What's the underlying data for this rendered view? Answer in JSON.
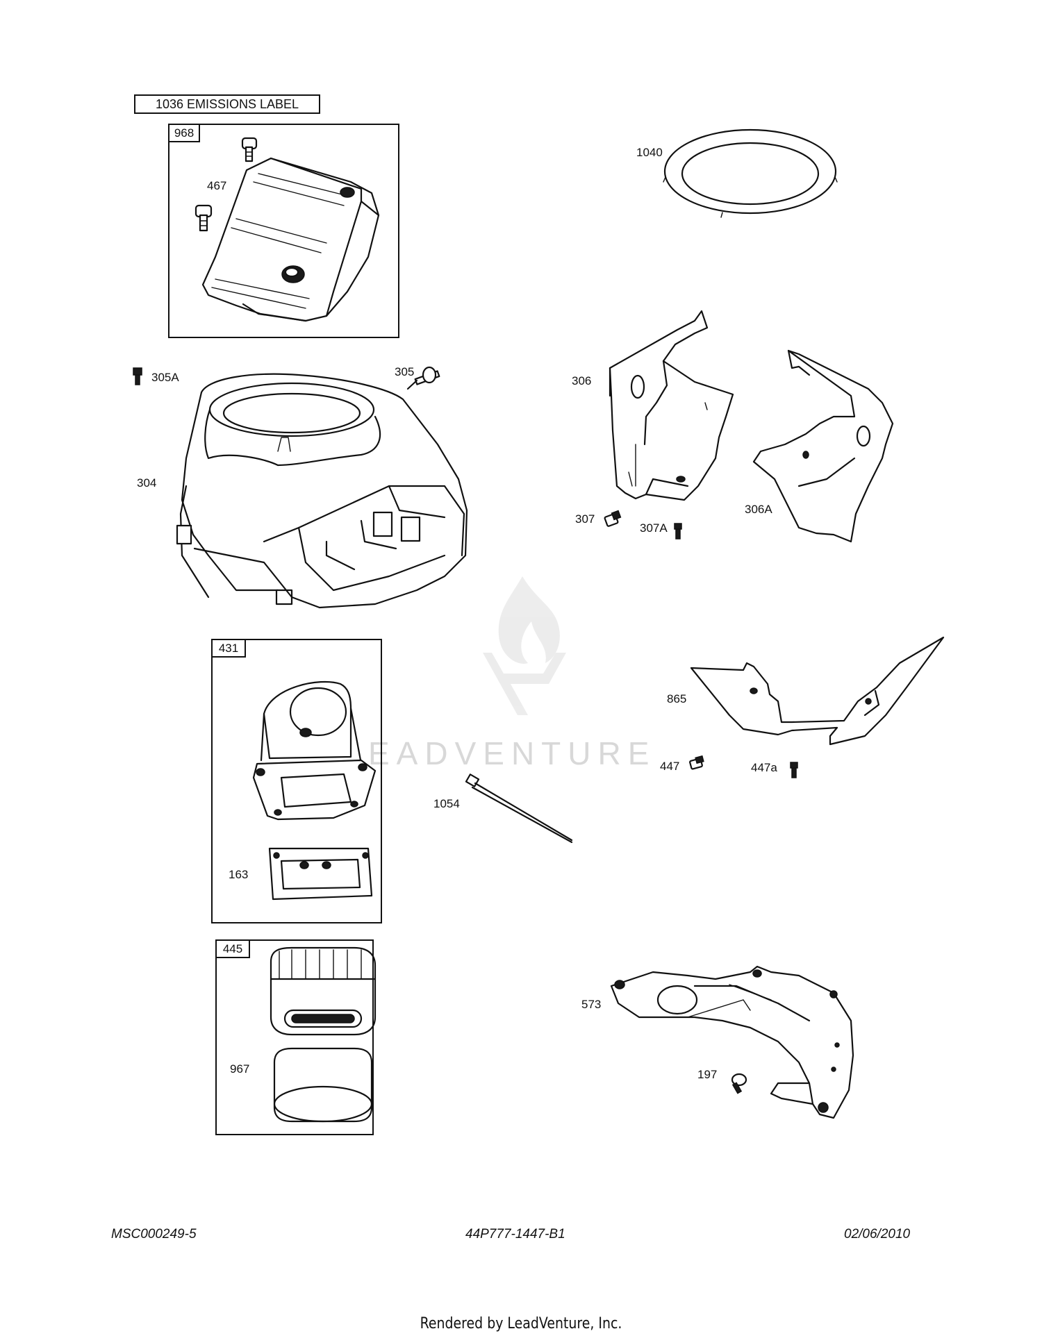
{
  "emissions_label": "1036 EMISSIONS LABEL",
  "kit_boxes": {
    "box_968": "968",
    "box_431": "431",
    "box_445": "445"
  },
  "part_labels": {
    "p467": "467",
    "p1040": "1040",
    "p305A": "305A",
    "p305": "305",
    "p306": "306",
    "p304": "304",
    "p307": "307",
    "p307A": "307A",
    "p306A": "306A",
    "p865": "865",
    "p447": "447",
    "p447a": "447a",
    "p1054": "1054",
    "p163": "163",
    "p573": "573",
    "p197": "197",
    "p967": "967"
  },
  "watermark": "EADVENTURE",
  "footer": {
    "left": "MSC000249-5",
    "center": "44P777-1447-B1",
    "right": "02/06/2010"
  },
  "rendered_by": "Rendered by LeadVenture, Inc."
}
